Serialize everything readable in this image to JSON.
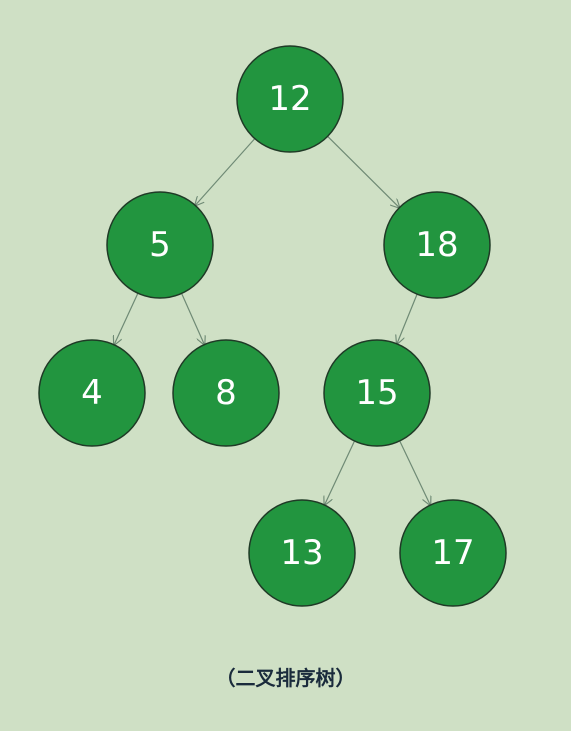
{
  "diagram": {
    "nodes": [
      {
        "id": "n12",
        "label": "12"
      },
      {
        "id": "n5",
        "label": "5"
      },
      {
        "id": "n18",
        "label": "18"
      },
      {
        "id": "n4",
        "label": "4"
      },
      {
        "id": "n8",
        "label": "8"
      },
      {
        "id": "n15",
        "label": "15"
      },
      {
        "id": "n13",
        "label": "13"
      },
      {
        "id": "n17",
        "label": "17"
      }
    ],
    "edges": [
      {
        "from": "n12",
        "to": "n5"
      },
      {
        "from": "n12",
        "to": "n18"
      },
      {
        "from": "n5",
        "to": "n4"
      },
      {
        "from": "n5",
        "to": "n8"
      },
      {
        "from": "n18",
        "to": "n15"
      },
      {
        "from": "n15",
        "to": "n13"
      },
      {
        "from": "n15",
        "to": "n17"
      }
    ],
    "caption": "（二叉排序树）"
  }
}
